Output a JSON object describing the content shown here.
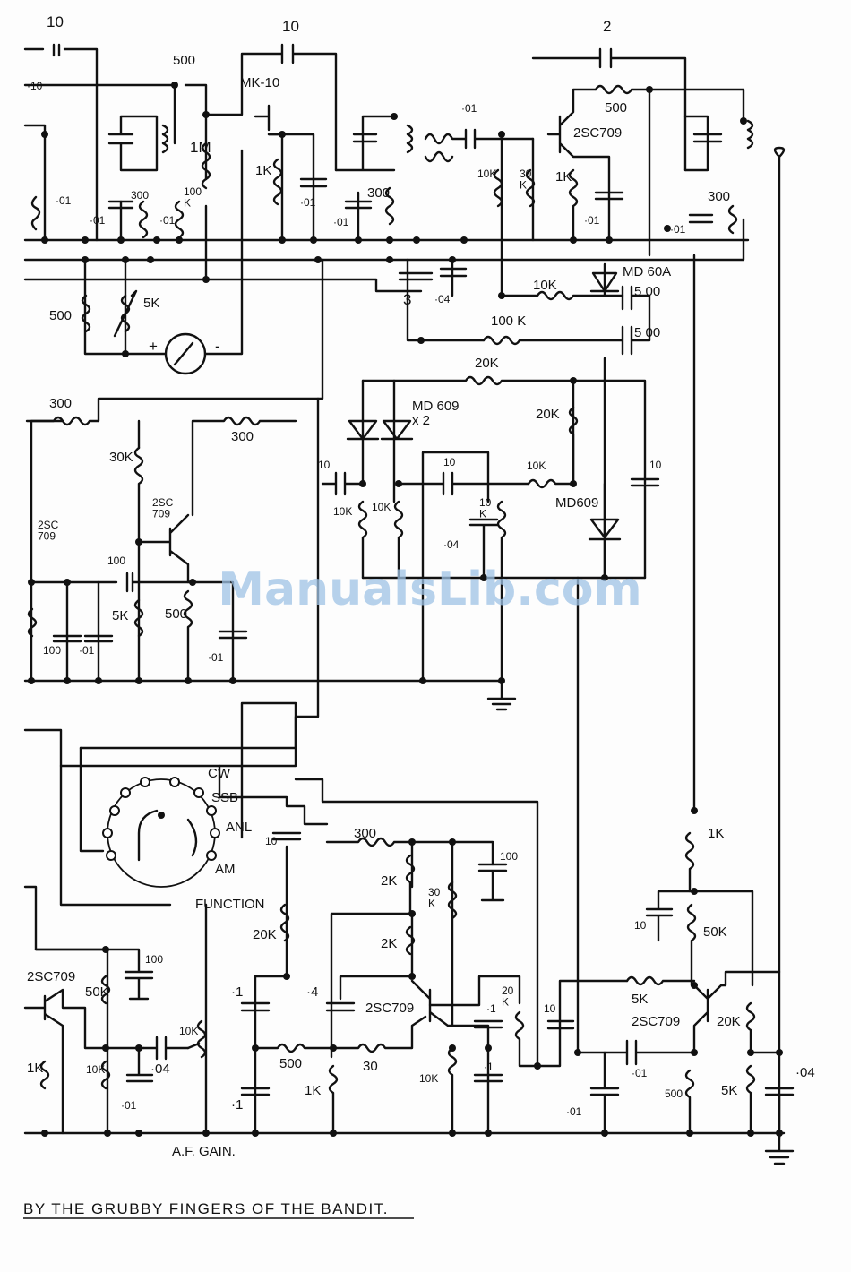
{
  "labels": {
    "c_10_tl": "10",
    "c_10_top": "10",
    "c_2_top": "2",
    "c_500_top": "500",
    "q_mk10": "MK-10",
    "c_01_a": "·01",
    "c_01_b": "·01",
    "c_01_c": "·01",
    "c_01_d": "·01",
    "c_01_e": "·01",
    "c_01_f": "·01",
    "r_1m": "1M",
    "r_300_a": "300",
    "r_100k_a": "100\nK",
    "r_1k_a": "1K",
    "r_1k_b": "1K",
    "c_10_left": "·10",
    "r_300_b": "300",
    "r_300_c": "300",
    "c_01_g": "·01",
    "r_10k_a": "10K",
    "r_30k_a": "30\nK",
    "q_2sc709_a": "2SC709",
    "r_500_a": "500",
    "r_500_b": "500",
    "r_5k_a": "5K",
    "meter_plus": "+",
    "meter_minus": "-",
    "c_3": "3",
    "c_04_a": "·04",
    "r_10k_b": "10K",
    "d_md60a": "MD 60A",
    "c_500_a": "5 00",
    "r_100k_b": "100 K",
    "c_500_b": "5 00",
    "r_300_d": "300",
    "r_300_e": "300",
    "r_20k_a": "20K",
    "d_md609x2": "MD 609\nx 2",
    "r_20k_b": "20K",
    "r_30k_b": "30K",
    "q_2sc709_b": "2SC\n709",
    "q_2sc709_c": "2SC\n709",
    "c_10_a": "10",
    "c_10_b": "10",
    "r_10k_c": "10K",
    "r_10k_d": "10K",
    "r_10k_e": "10K",
    "r_10k_f": "10\nK",
    "d_md609": "MD609",
    "c_10_c": "10",
    "c_04_b": "·04",
    "c_100_a": "100",
    "r_5k_b": "5K",
    "r_500_c": "500",
    "c_01_h": "·01",
    "c_100_b": "100",
    "c_01_i": "·01",
    "sw_cw": "CW",
    "sw_ssb": "SSB",
    "sw_anl": "ANL",
    "sw_am": "AM",
    "sw_function": "FUNCTION",
    "c_10_d": "10",
    "r_300_f": "300",
    "c_100_c": "100",
    "r_2k_a": "2K",
    "r_30k_c": "30\nK",
    "r_2k_b": "2K",
    "r_20k_c": "20K",
    "c_1_a": "·1",
    "c_4": "·4",
    "q_2sc709_d": "2SC709",
    "c_1_b": "·1",
    "r_20k_d": "20\nK",
    "c_10_e": "10",
    "r_500_d": "500",
    "r_30": "30",
    "r_1k_c": "1K",
    "c_1_c": "·1",
    "r_10k_g": "10K",
    "c_1_d": "·1",
    "q_2sc709_e": "2SC709",
    "r_50k_a": "50K",
    "r_10k_h": "10K",
    "c_04_c": "·04",
    "r_10k_i": "10K",
    "c_01_j": "·01",
    "c_100_d": "100",
    "r_1k_d": "1K",
    "r_1k_e": "1K",
    "c_10_f": "10",
    "r_50k_b": "50K",
    "r_5k_c": "5K",
    "q_2sc709_f": "2SC709",
    "c_01_k": "·01",
    "c_01_l": "·01",
    "r_20k_e": "20K",
    "r_500_e": "500",
    "r_5k_d": "5K",
    "c_04_d": "·04",
    "af_gain": "A.F. GAIN."
  },
  "footer": "BY THE GRUBBY FINGERS OF THE BANDIT.",
  "watermark": "ManualsLib.com"
}
